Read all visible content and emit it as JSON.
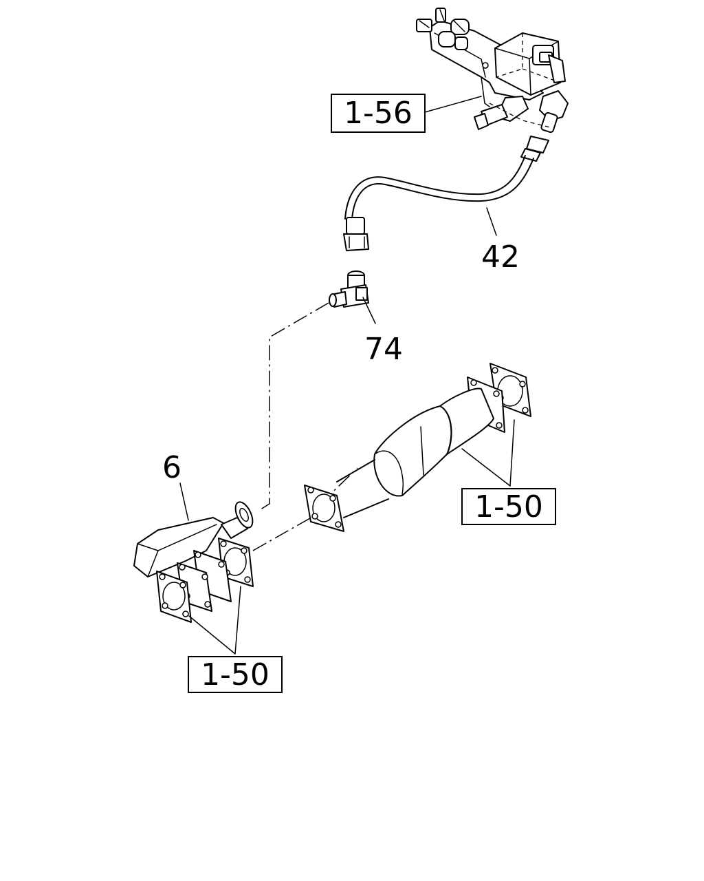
{
  "callouts": {
    "ref_1_56": "1-56",
    "hose": "42",
    "fitting": "74",
    "exhaust_part": "6",
    "ref_1_50_right": "1-50",
    "ref_1_50_left": "1-50"
  }
}
